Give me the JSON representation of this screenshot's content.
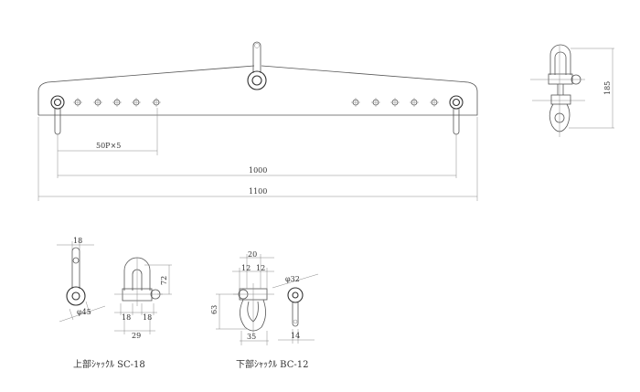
{
  "beam": {
    "pitch_dim": "50P×5",
    "inner_dim": "1000",
    "overall_dim": "1100"
  },
  "side_view": {
    "height_dim": "185"
  },
  "upper_shackle": {
    "label": "上部ｼｬｯｸﾙ SC-18",
    "dims": {
      "plate_width": "18",
      "hole_dia": "φ45",
      "height": "72",
      "left": "18",
      "right": "18",
      "inner": "29"
    }
  },
  "lower_shackle": {
    "label": "下部ｼｬｯｸﾙ BC-12",
    "dims": {
      "top": "20",
      "left": "12",
      "right": "12",
      "height": "63",
      "width": "35",
      "hole_dia": "φ32",
      "plate": "14"
    }
  }
}
